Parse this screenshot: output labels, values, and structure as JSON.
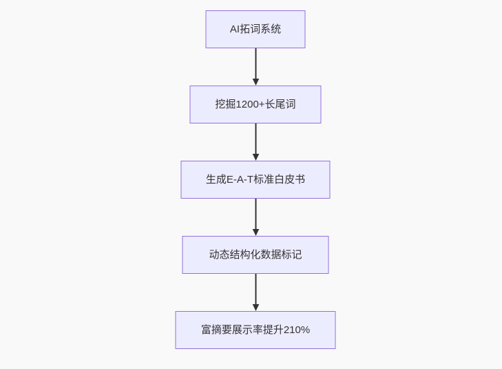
{
  "diagram": {
    "type": "flowchart",
    "direction": "top-down",
    "nodes": [
      {
        "id": "n1",
        "label": "AI拓词系统"
      },
      {
        "id": "n2",
        "label": "挖掘1200+长尾词"
      },
      {
        "id": "n3",
        "label": "生成E-A-T标准白皮书"
      },
      {
        "id": "n4",
        "label": "动态结构化数据标记"
      },
      {
        "id": "n5",
        "label": "富摘要展示率提升210%"
      }
    ],
    "edges": [
      {
        "from": "n1",
        "to": "n2"
      },
      {
        "from": "n2",
        "to": "n3"
      },
      {
        "from": "n3",
        "to": "n4"
      },
      {
        "from": "n4",
        "to": "n5"
      }
    ],
    "colors": {
      "background": "#f9f9f9",
      "node_fill": "#ECECFF",
      "node_border": "#9370DB",
      "arrow": "#333333",
      "text": "#333333"
    }
  }
}
